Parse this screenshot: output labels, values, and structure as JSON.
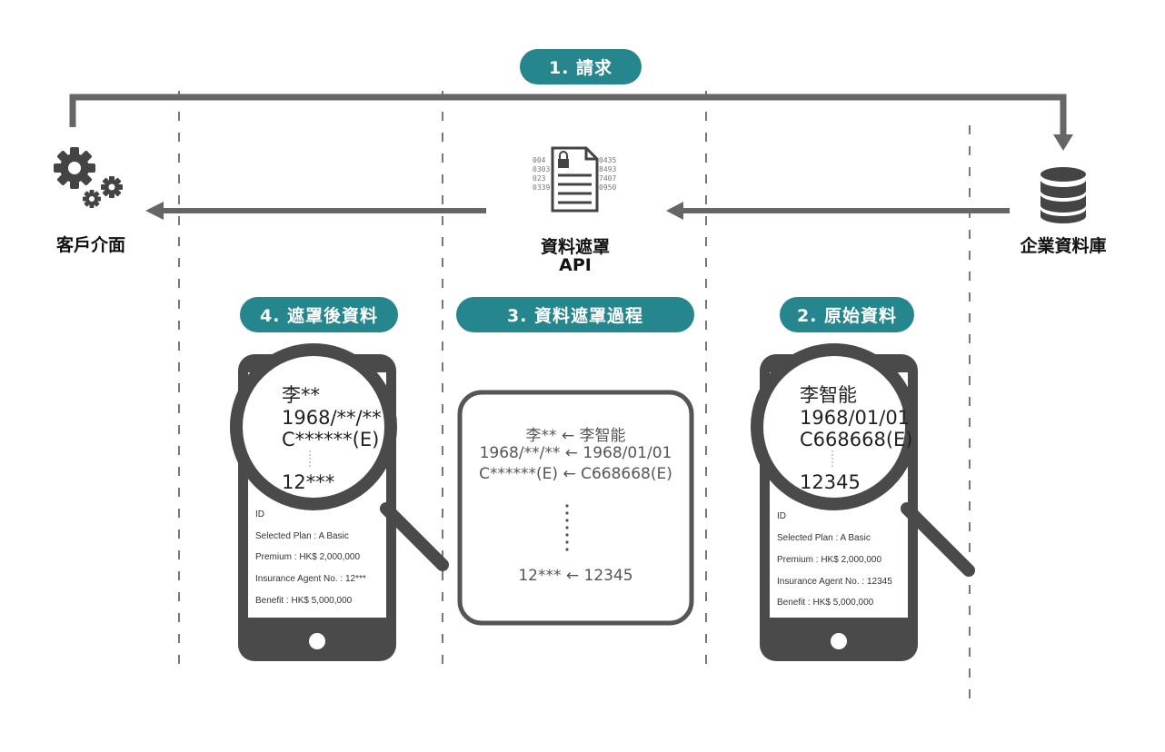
{
  "steps": {
    "request": "1. 請求",
    "raw_data": "2. 原始資料",
    "masking_process": "3. 資料遮罩過程",
    "masked_data": "4. 遮罩後資料"
  },
  "nodes": {
    "client": "客戶介面",
    "api_line1": "資料遮罩",
    "api_line2": "API",
    "database": "企業資料庫"
  },
  "icons": {
    "client": "gears-icon",
    "api": "secure-document-icon",
    "database": "database-icon"
  },
  "api_icon_codes": {
    "left": [
      "004",
      "0303",
      "023",
      "0339"
    ],
    "right": [
      "0435",
      "8493",
      "7407",
      "0950"
    ]
  },
  "masked_magnifier": {
    "name": "李**",
    "dob": "1968/**/**",
    "id": "C******(E)",
    "agent": "12***"
  },
  "raw_magnifier": {
    "name": "李智能",
    "dob": "1968/01/01",
    "id": "C668668(E)",
    "agent": "12345"
  },
  "masked_phone": {
    "id_stub": "ID",
    "plan": "Selected Plan : A  Basic",
    "premium": "Premium : HK$ 2,000,000",
    "agent": "Insurance Agent No. : 12***",
    "benefit": "Benefit : HK$ 5,000,000"
  },
  "raw_phone": {
    "id_stub": "ID",
    "plan": "Selected Plan : A  Basic",
    "premium": "Premium : HK$ 2,000,000",
    "agent": "Insurance Agent No. : 12345",
    "benefit": "Benefit : HK$ 5,000,000"
  },
  "process": {
    "name": "李** ← 李智能",
    "dob": "1968/**/** ← 1968/01/01",
    "id": "C******(E) ← C668668(E)",
    "agent": "12*** ← 12345"
  },
  "colors": {
    "accent": "#26868e",
    "arrow": "#666666",
    "phone": "#4a4a4a"
  }
}
